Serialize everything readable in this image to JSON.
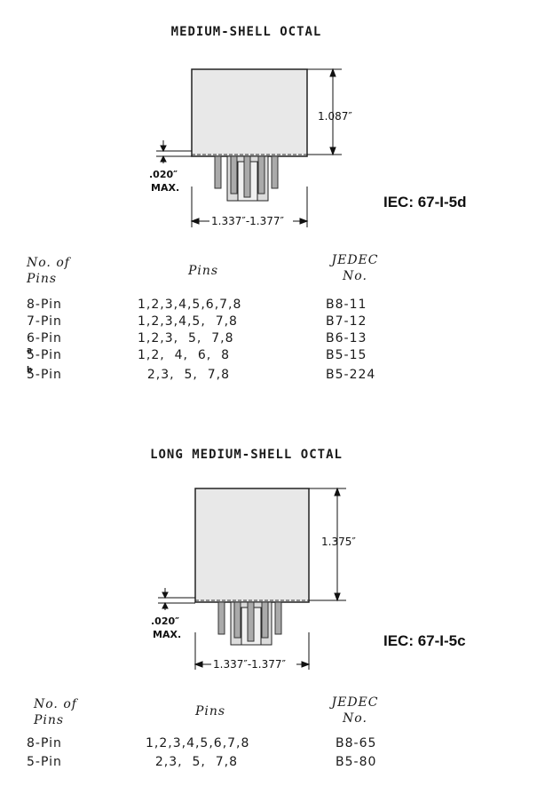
{
  "sections": [
    {
      "title": "MEDIUM-SHELL OCTAL",
      "height_label": "1.087″",
      "gap_label": ".020″",
      "gap_label_2": "MAX.",
      "width_label": "1.337″-1.377″",
      "iec": "IEC: 67-I-5d",
      "headers": {
        "count_1": "No. of",
        "count_2": "Pins",
        "pins": "Pins",
        "jedec_1": "JEDEC",
        "jedec_2": "No."
      },
      "rows": [
        {
          "name": "8-Pin",
          "sup": "",
          "pins": "1,2,3,4,5,6,7,8",
          "jedec": "B8-11"
        },
        {
          "name": "7-Pin",
          "sup": "",
          "pins": "1,2,3,4,5,  7,8",
          "jedec": "B7-12"
        },
        {
          "name": "6-Pin",
          "sup": "",
          "pins": "1,2,3,  5,  7,8",
          "jedec": "B6-13"
        },
        {
          "name": "5-Pin",
          "sup": "a",
          "pins": "1,2,  4,  6,  8",
          "jedec": "B5-15"
        },
        {
          "name": "5-Pin",
          "sup": "b",
          "pins": "  2,3,  5,  7,8",
          "jedec": "B5-224"
        }
      ]
    },
    {
      "title": "LONG MEDIUM-SHELL OCTAL",
      "height_label": "1.375″",
      "gap_label": ".020″",
      "gap_label_2": "MAX.",
      "width_label": "1.337″-1.377″",
      "iec": "IEC: 67-I-5c",
      "headers": {
        "count_1": "No. of",
        "count_2": "Pins",
        "pins": "Pins",
        "jedec_1": "JEDEC",
        "jedec_2": "No."
      },
      "rows": [
        {
          "name": "8-Pin",
          "sup": "",
          "pins": "1,2,3,4,5,6,7,8",
          "jedec": "B8-65"
        },
        {
          "name": "5-Pin",
          "sup": "",
          "pins": "  2,3,  5,  7,8",
          "jedec": "B5-80"
        }
      ]
    }
  ]
}
